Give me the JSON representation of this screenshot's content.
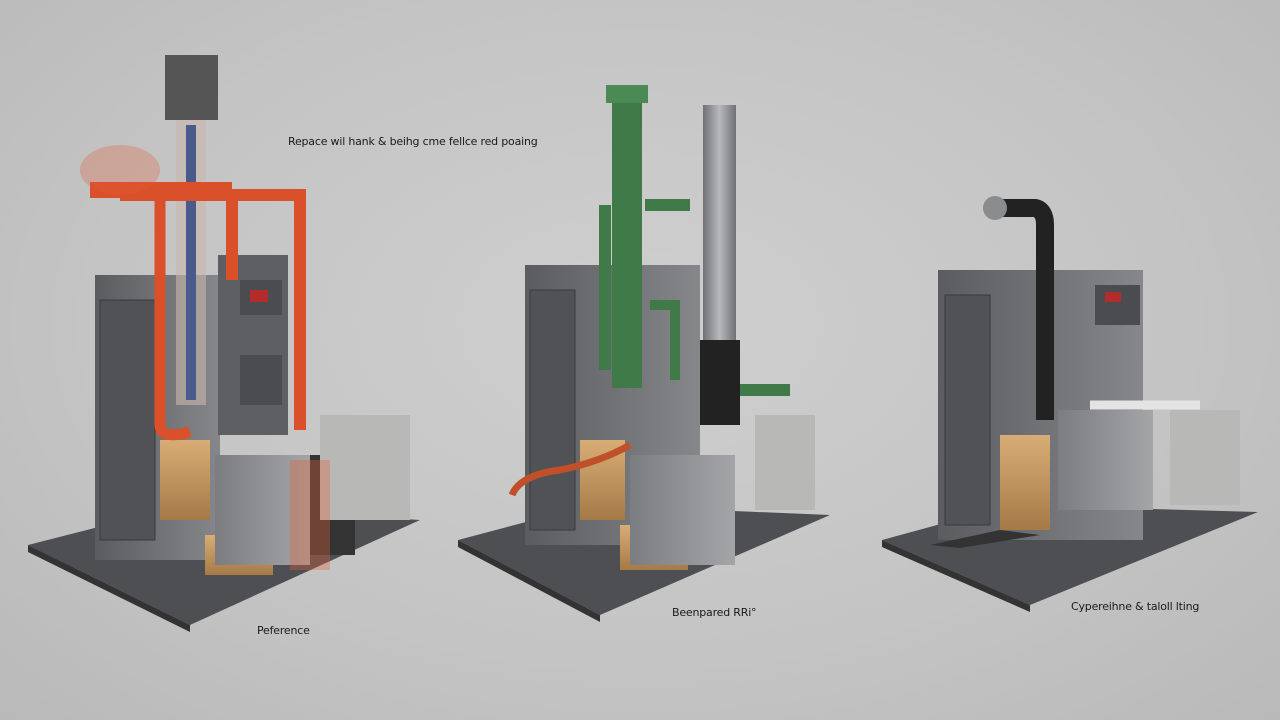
{
  "captions": {
    "top": "Repace wil hank & beihg cme fellce red poaing",
    "left": "Peference",
    "middle": "Beenpared RRi°",
    "right": "Cypereihne & taloll lting"
  },
  "colors": {
    "background": "#c6c6c6",
    "red_pipe": "#d9502a",
    "green_pipe": "#3f7a48",
    "black_pipe": "#222222",
    "cabinet": "#6b6d70",
    "base": "#555759",
    "wood": "#c79a63"
  }
}
